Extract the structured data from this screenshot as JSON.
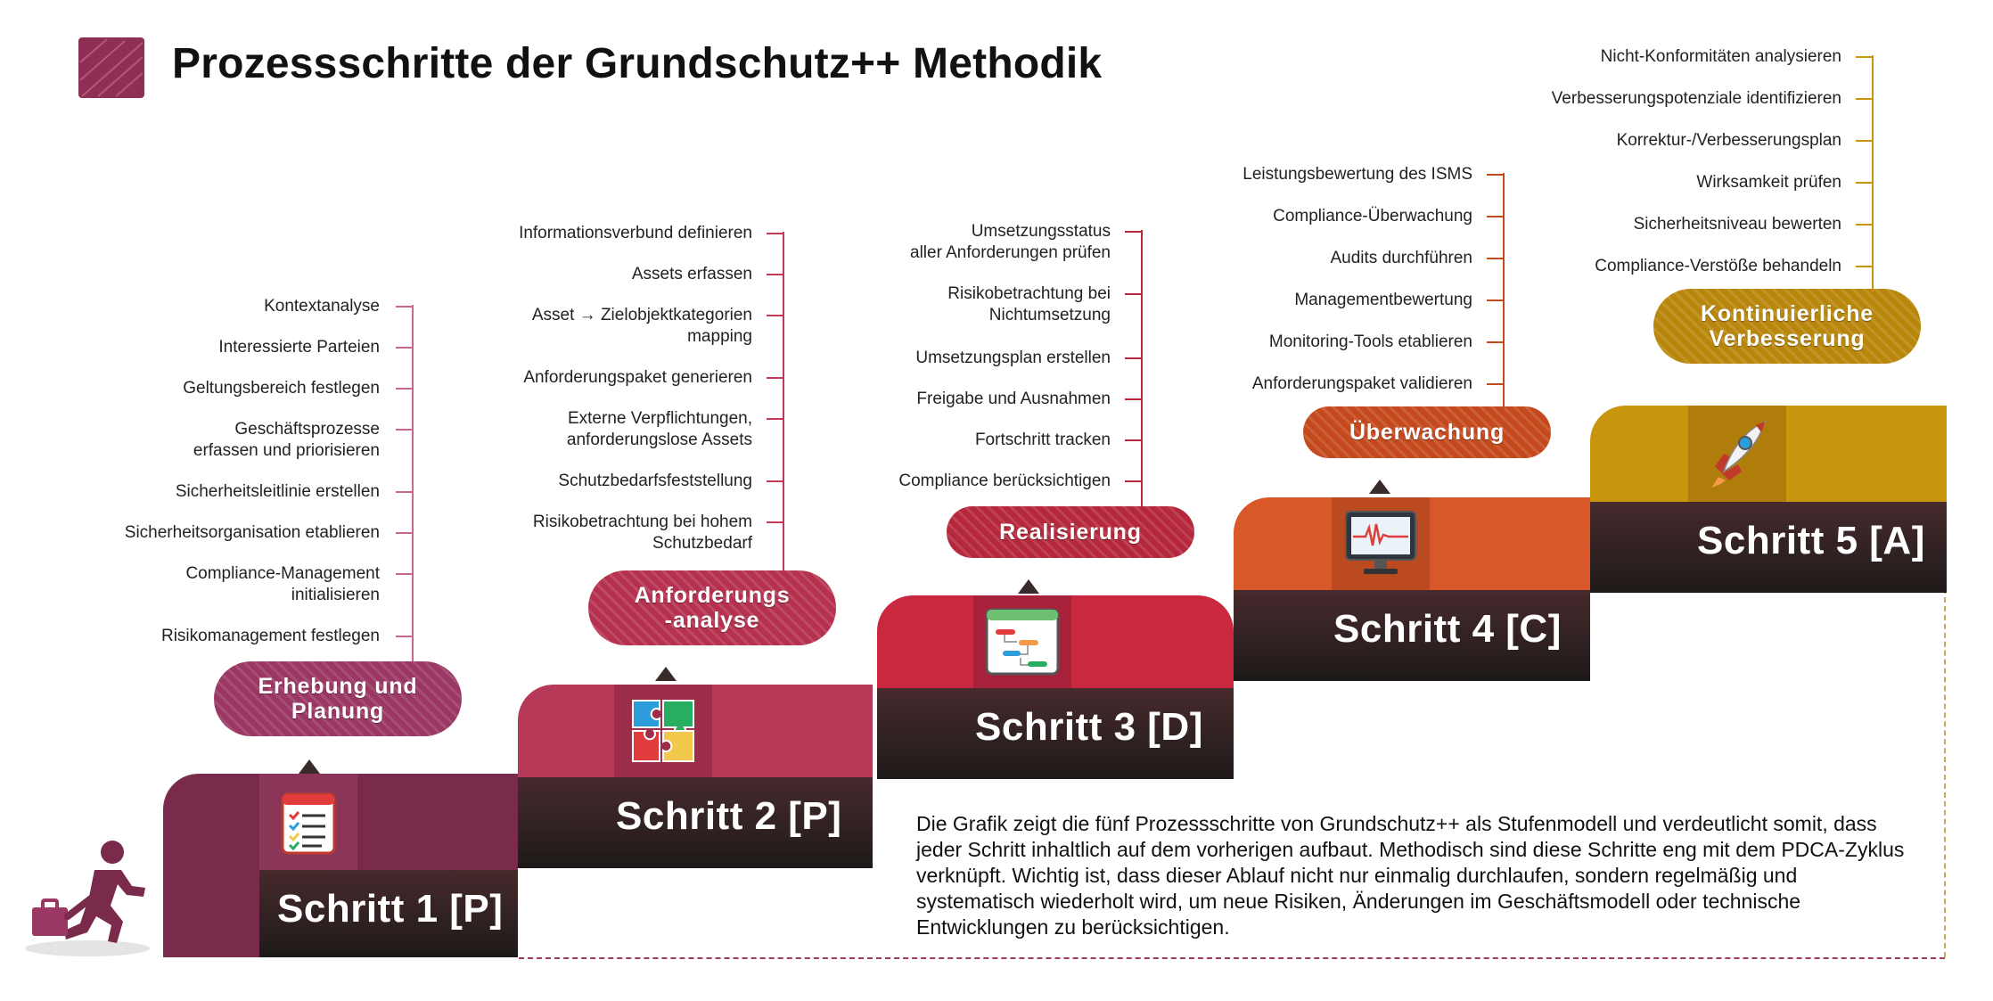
{
  "title": "Prozessschritte der Grundschutz++ Methodik",
  "colors": {
    "step1": "#7a2a4a",
    "step2": "#b63a58",
    "step3": "#c9283f",
    "step4": "#d8582a",
    "step5": "#c8950d",
    "badge1": "#9a3763",
    "badge2": "#b6314f",
    "badge3": "#b5283c",
    "badge4": "#c44a1e",
    "badge5": "#b8860b"
  },
  "steps": [
    {
      "label": "Schritt 1 [P]",
      "icon": "checklist-icon"
    },
    {
      "label": "Schritt 2 [P]",
      "icon": "puzzle-icon"
    },
    {
      "label": "Schritt 3 [D]",
      "icon": "gantt-icon"
    },
    {
      "label": "Schritt 4 [C]",
      "icon": "monitor-icon"
    },
    {
      "label": "Schritt 5 [A]",
      "icon": "rocket-icon"
    }
  ],
  "phases": [
    {
      "badge": "Erhebung und\nPlanung",
      "items": [
        "Kontextanalyse",
        "Interessierte Parteien",
        "Geltungsbereich festlegen",
        "Geschäftsprozesse\nerfassen und priorisieren",
        "Sicherheitsleitlinie erstellen",
        "Sicherheitsorganisation etablieren",
        "Compliance-Management\ninitialisieren",
        "Risikomanagement festlegen"
      ]
    },
    {
      "badge": "Anforderungs\n-analyse",
      "items": [
        "Informationsverbund definieren",
        "Assets erfassen",
        "Asset → Zielobjektkategorien\nmapping",
        "Anforderungspaket generieren",
        "Externe Verpflichtungen,\nanforderungslose Assets",
        "Schutzbedarfsfeststellung",
        "Risikobetrachtung bei hohem\nSchutzbedarf"
      ]
    },
    {
      "badge": "Realisierung",
      "items": [
        "Umsetzungsstatus\naller Anforderungen prüfen",
        "Risikobetrachtung bei\nNichtumsetzung",
        "Umsetzungsplan erstellen",
        "Freigabe und Ausnahmen",
        "Fortschritt tracken",
        "Compliance berücksichtigen"
      ]
    },
    {
      "badge": "Überwachung",
      "items": [
        "Leistungsbewertung des ISMS",
        "Compliance-Überwachung",
        "Audits durchführen",
        "Managementbewertung",
        "Monitoring-Tools etablieren",
        "Anforderungspaket validieren"
      ]
    },
    {
      "badge": "Kontinuierliche\nVerbesserung",
      "items": [
        "Nicht-Konformitäten analysieren",
        "Verbesserungspotenziale identifizieren",
        "Korrektur-/Verbesserungsplan",
        "Wirksamkeit prüfen",
        "Sicherheitsniveau bewerten",
        "Compliance-Verstöße behandeln"
      ]
    }
  ],
  "description": "Die Grafik zeigt die fünf Prozessschritte von Grundschutz++ als Stufenmodell und verdeutlicht somit, dass jeder Schritt inhaltlich auf dem vorherigen aufbaut. Methodisch sind diese Schritte eng mit dem PDCA-Zyklus verknüpft. Wichtig ist, dass dieser Ablauf nicht nur einmalig durchlaufen, sondern regelmäßig und systematisch wiederholt wird, um neue Risiken, Änderungen im Geschäftsmodell oder technische Entwicklungen zu berücksichtigen."
}
